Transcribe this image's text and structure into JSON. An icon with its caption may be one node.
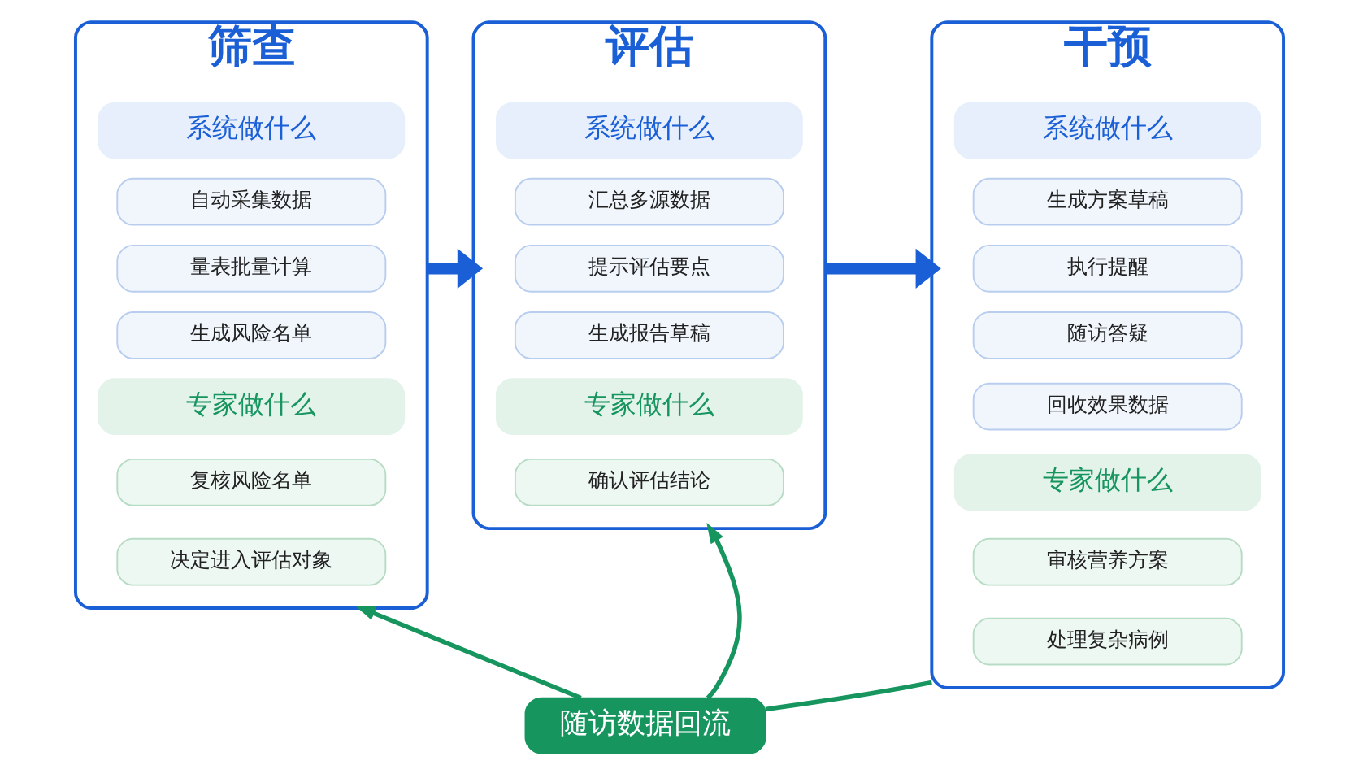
{
  "diagram": {
    "nodes": [
      {
        "text": [
          "筛查"
        ]
      },
      {
        "text": [
          "系统做什么"
        ],
        "in": 0
      },
      {
        "text": [
          "自动采集数据"
        ],
        "in": 0
      },
      {
        "text": [
          "量表批量计算"
        ],
        "in": 0
      },
      {
        "text": [
          "生成风险名单"
        ],
        "in": 0
      },
      {
        "text": [
          "专家做什么"
        ],
        "in": 0
      },
      {
        "text": [
          "复核风险名单"
        ],
        "in": 0
      },
      {
        "text": [
          "决定进入评估对象"
        ],
        "in": 0
      },
      {
        "text": [
          "评估"
        ]
      },
      {
        "text": [
          "系统做什么"
        ],
        "in": 8
      },
      {
        "text": [
          "汇总多源数据"
        ],
        "in": 8
      },
      {
        "text": [
          "提示评估要点"
        ],
        "in": 8
      },
      {
        "text": [
          "生成报告草稿"
        ],
        "in": 8
      },
      {
        "text": [
          "专家做什么"
        ],
        "in": 8
      },
      {
        "text": [
          "确认评估结论"
        ],
        "in": 8
      },
      {
        "text": [
          "干预"
        ]
      },
      {
        "text": [
          "系统做什么"
        ],
        "in": 15
      },
      {
        "text": [
          "生成方案草稿"
        ],
        "in": 15
      },
      {
        "text": [
          "执行提醒"
        ],
        "in": 15
      },
      {
        "text": [
          "随访答疑"
        ],
        "in": 15
      },
      {
        "text": [
          "回收效果数据"
        ],
        "in": 15
      },
      {
        "text": [
          "专家做什么"
        ],
        "in": 15
      },
      {
        "text": [
          "审核营养方案"
        ],
        "in": 15
      },
      {
        "text": [
          "处理复杂病例"
        ],
        "in": 15
      },
      {
        "text": [
          "随访数据回流"
        ]
      }
    ],
    "edges": [
      {
        "from": 0,
        "to": 8,
        "arrow": "to",
        "style": "thick",
        "color": "#1a5fd6"
      },
      {
        "from": 8,
        "to": 15,
        "arrow": "to",
        "style": "thick",
        "color": "#1a5fd6"
      },
      {
        "from": 15,
        "to": 24,
        "arrow": "none"
      },
      {
        "from": 24,
        "to": 0,
        "arrow": "to"
      },
      {
        "from": 24,
        "to": 8,
        "arrow": "to"
      }
    ]
  }
}
